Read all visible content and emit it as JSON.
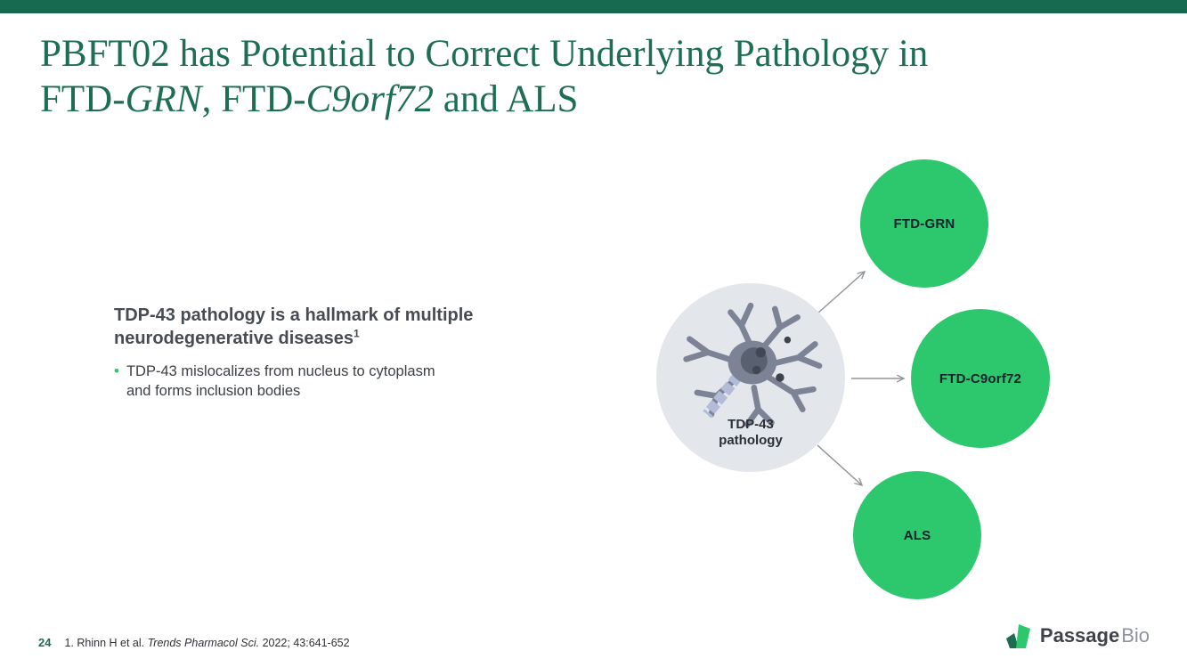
{
  "header": {
    "title_line1": "PBFT02 has Potential to Correct Underlying Pathology in",
    "title_line2": {
      "part1": "FTD-",
      "italic1": "GRN",
      "part2": ", FTD-",
      "italic2": "C9orf72",
      "part3": " and ALS"
    }
  },
  "content": {
    "heading_line1": "TDP-43 pathology is a hallmark of multiple",
    "heading_line2": "neurodegenerative diseases",
    "heading_superscript": "1",
    "bullet_lines": [
      "TDP-43 mislocalizes from nucleus to cytoplasm",
      "and forms inclusion bodies"
    ]
  },
  "diagram": {
    "source": {
      "label_line1": "TDP-43",
      "label_line2": "pathology",
      "illustration": "microglia-neuron-icon"
    },
    "targets": [
      {
        "label": "FTD-GRN"
      },
      {
        "label": "FTD-C9orf72"
      },
      {
        "label": "ALS"
      }
    ]
  },
  "footer": {
    "page_number": "24",
    "footnote": {
      "prefix": "1. Rhinn H et al. ",
      "italic": "Trends Pharmacol Sci.",
      "suffix": " 2022; 43:641-652"
    }
  },
  "logo": {
    "brand_bold": "Passage",
    "brand_light": "Bio"
  },
  "colors": {
    "accent_bar": "#176a50",
    "title_green": "#1e6e54",
    "node_green": "#2dc86e",
    "source_circle_gray": "#e3e6eb",
    "heading_gray": "#474c53",
    "arrow_gray": "#90969c"
  }
}
